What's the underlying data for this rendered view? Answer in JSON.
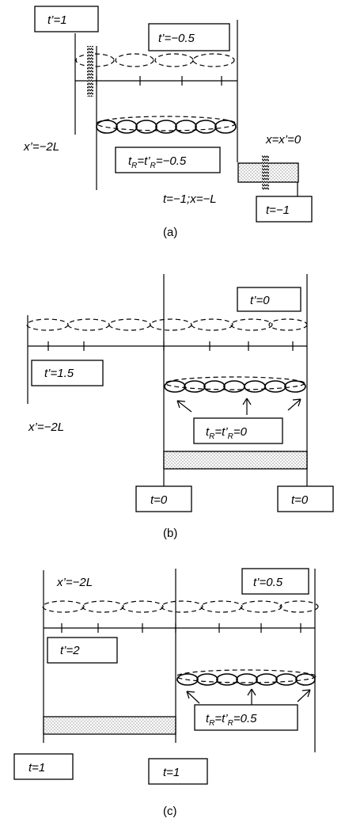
{
  "panel_a": {
    "caption": "(a)",
    "box_t_prime_1": "t’=1",
    "box_t_prime_m05": "t’=−0.5",
    "label_x_prime": "x’=−2L",
    "box_tR_pre": "t",
    "box_tR_sub1": "R",
    "box_tR_mid": "=t’",
    "box_tR_sub2": "R",
    "box_tR_post": "=−0.5",
    "label_x_eq": "x=x’=0",
    "label_t_x": "t=−1;x=−L",
    "box_t_m1": "t=−1"
  },
  "panel_b": {
    "caption": "(b)",
    "box_t_prime_0": "t’=0",
    "box_t_prime_15": "t’=1.5",
    "label_x_prime": "x’=−2L",
    "box_tR_pre": "t",
    "box_tR_sub1": "R",
    "box_tR_mid": "=t’",
    "box_tR_sub2": "R",
    "box_tR_post": "=0",
    "box_t0_left": "t=0",
    "box_t0_right": "t=0"
  },
  "panel_c": {
    "caption": "(c)",
    "label_x_prime": "x’=−2L",
    "box_t_prime_05": "t’=0.5",
    "box_t_prime_2": "t’=2",
    "box_tR_pre": "t",
    "box_tR_sub1": "R",
    "box_tR_mid": "=t’",
    "box_tR_sub2": "R",
    "box_tR_post": "=0.5",
    "box_t1_left": "t=1",
    "box_t1_mid": "t=1"
  }
}
